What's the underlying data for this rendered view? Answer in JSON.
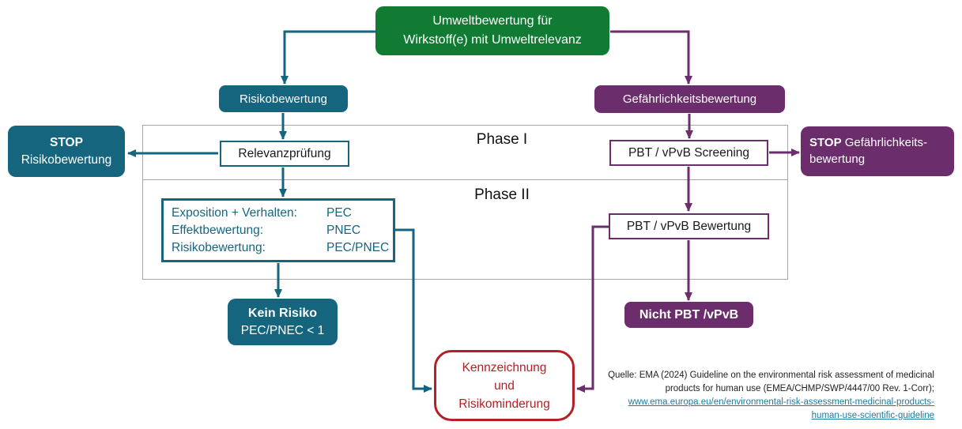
{
  "colors": {
    "green": "#117B33",
    "teal": "#16657F",
    "purple": "#6B2D6B",
    "red": "#B42025",
    "link": "#1B7A9E",
    "phase_border": "#A7A7A7",
    "text_dark": "#1A1A1A"
  },
  "flowchart": {
    "root": {
      "lines": [
        "Umweltbewertung für",
        "Wirkstoff(e) mit Umweltrelevanz"
      ]
    },
    "risk_branch": {
      "label": "Risikobewertung"
    },
    "hazard_branch": {
      "label": "Gefährlichkeitsbewertung"
    },
    "phase1": {
      "label": "Phase I"
    },
    "phase2": {
      "label": "Phase II"
    },
    "relevance_check": {
      "label": "Relevanzprüfung"
    },
    "stop_risk": {
      "bold": "STOP",
      "text": "Risikobewertung"
    },
    "pbt_screening": {
      "label": "PBT / vPvB Screening"
    },
    "stop_hazard": {
      "bold": "STOP",
      "text": " Gefährlichkeits-bewertung"
    },
    "assessment": {
      "rows": [
        {
          "label": "Exposition + Verhalten:",
          "value": "PEC"
        },
        {
          "label": "Effektbewertung:",
          "value": "PNEC"
        },
        {
          "label": "Risikobewertung:",
          "value": "PEC/PNEC"
        }
      ]
    },
    "pbt_assessment": {
      "label": "PBT / vPvB Bewertung"
    },
    "no_risk": {
      "bold": "Kein Risiko",
      "text": "PEC/PNEC < 1"
    },
    "not_pbt": {
      "label": "Nicht PBT /vPvB"
    },
    "labelling": {
      "lines": [
        "Kennzeichnung",
        "und",
        "Risikominderung"
      ]
    }
  },
  "source": {
    "prefix": "Quelle: EMA (2024) Guideline on the environmental risk assessment of medicinal products for human use (EMEA/CHMP/SWP/4447/00 Rev. 1-Corr); ",
    "link_text": "www.ema.europa.eu/en/environmental-risk-assessment-medicinal-products-human-use-scientific-guideline"
  }
}
